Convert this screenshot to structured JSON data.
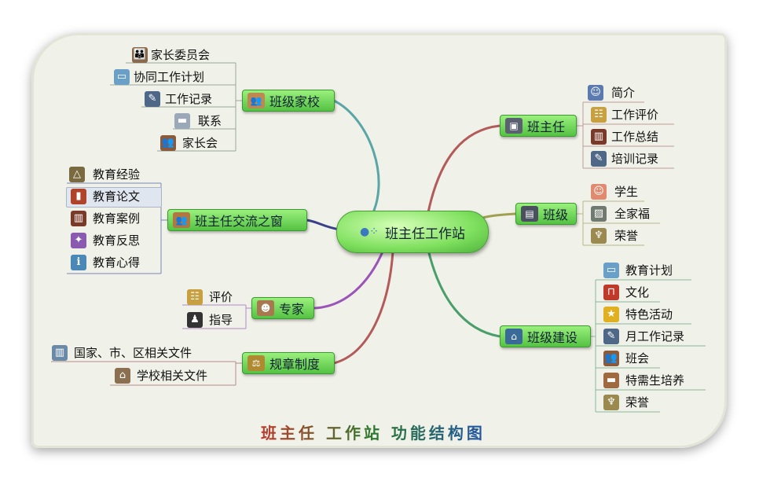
{
  "center": {
    "label": "班主任工作站"
  },
  "footer": {
    "title": "班主任 工作站 功能结构图"
  },
  "branches": {
    "jiaxiao": {
      "label": "班级家校",
      "items": [
        "家长委员会",
        "协同工作计划",
        "工作记录",
        "联系",
        "家长会"
      ]
    },
    "jiaoliu": {
      "label": "班主任交流之窗",
      "items": [
        "教育经验",
        "教育论文",
        "教育案例",
        "教育反思",
        "教育心得"
      ]
    },
    "zhuanjia": {
      "label": "专家",
      "items": [
        "评价",
        "指导"
      ]
    },
    "guizhang": {
      "label": "规章制度",
      "items": [
        "国家、市、区相关文件",
        "学校相关文件"
      ]
    },
    "banzhuren": {
      "label": "班主任",
      "items": [
        "简介",
        "工作评价",
        "工作总结",
        "培训记录"
      ]
    },
    "banji": {
      "label": "班级",
      "items": [
        "学生",
        "全家福",
        "荣誉"
      ]
    },
    "jianshe": {
      "label": "班级建设",
      "items": [
        "教育计划",
        "文化",
        "特色活动",
        "月工作记录",
        "班会",
        "特需生培养",
        "荣誉"
      ]
    }
  },
  "colors": {
    "node_fill": "#6fd457",
    "branch_teal": "#5aa6a6",
    "branch_red": "#b35a5a",
    "branch_navy": "#3a3f8a",
    "branch_purple": "#9a55b8",
    "branch_olive": "#a0a050",
    "branch_green": "#4a9e6a"
  }
}
